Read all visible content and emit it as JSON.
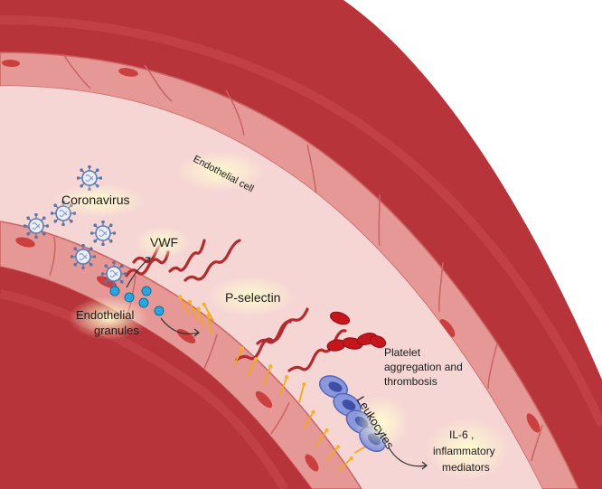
{
  "labels": {
    "coronavirus": "Coronavirus",
    "endothelial_cell": "Endothelial cell",
    "vwf": "VWF",
    "endothelial_granules_line1": "Endothelial",
    "endothelial_granules_line2": "granules",
    "p_selectin": "P-selectin",
    "platelet_line1": "Platelet",
    "platelet_line2": "aggregation and",
    "platelet_line3": "thrombosis",
    "leukocytes": "Leukocytes",
    "il6_line1": "IL-6 ,",
    "il6_line2": "inflammatory",
    "il6_line3": "mediators"
  },
  "colors": {
    "vessel_wall": "#b8343b",
    "vessel_wall_dark": "#8f2228",
    "endothelium": "#e3918f",
    "endothelium_edge": "#c9605f",
    "lumen": "#f6d6d4",
    "nucleus": "#c9403f",
    "vwf": "#b32b2f",
    "platelet": "#c4161c",
    "p_selectin": "#f0a81c",
    "granule": "#2aa6df",
    "leukocyte": "#6f7fd0",
    "virus": "#6b85b8"
  },
  "icons": {
    "virus": "coronavirus-icon",
    "granule": "granule-icon",
    "vwf": "vwf-strand-icon",
    "selectin": "p-selectin-receptor-icon",
    "platelet": "platelet-icon",
    "leukocyte": "leukocyte-icon"
  }
}
